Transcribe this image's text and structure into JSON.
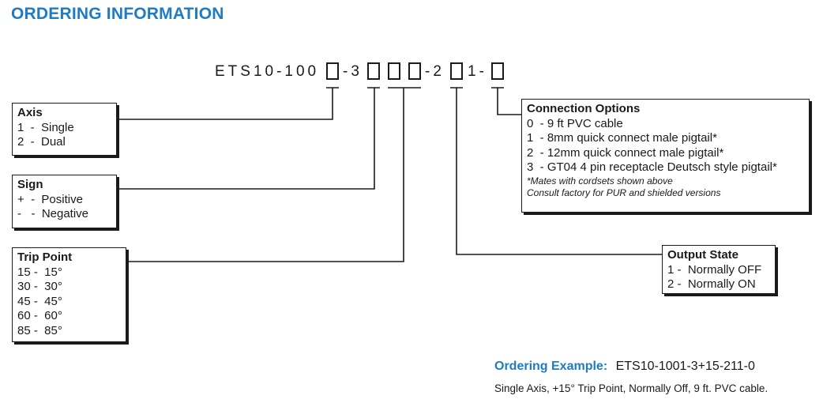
{
  "title": "ORDERING INFORMATION",
  "part_number": {
    "prefix": "ETS10-100",
    "seg2": "-3",
    "seg3": "-2",
    "seg4": "1-"
  },
  "axis": {
    "header": "Axis",
    "options": [
      "1  -  Single",
      "2  -  Dual"
    ]
  },
  "sign": {
    "header": "Sign",
    "options": [
      "+  -  Positive",
      "-   -  Negative"
    ]
  },
  "trip_point": {
    "header": "Trip Point",
    "options": [
      "15 -  15°",
      "30 -  30°",
      "45 -  45°",
      "60 -  60°",
      "85 -  85°"
    ]
  },
  "connection_options": {
    "header": "Connection Options",
    "options": [
      "0  - 9 ft PVC cable",
      "1  - 8mm quick connect male pigtail*",
      "2  - 12mm quick connect male pigtail*",
      "3  - GT04 4 pin receptacle Deutsch style pigtail*"
    ],
    "notes": [
      "*Mates with cordsets shown above",
      "Consult factory for PUR and shielded versions"
    ]
  },
  "output_state": {
    "header": "Output State",
    "options": [
      "1 -  Normally OFF",
      "2 -  Normally ON"
    ]
  },
  "example": {
    "label": "Ordering Example:",
    "value": "ETS10-1001-3+15-211-0",
    "description": "Single Axis, +15° Trip Point, Normally Off, 9 ft. PVC cable."
  },
  "colors": {
    "accent": "#1f7bc4",
    "text": "#1a1a1a"
  }
}
